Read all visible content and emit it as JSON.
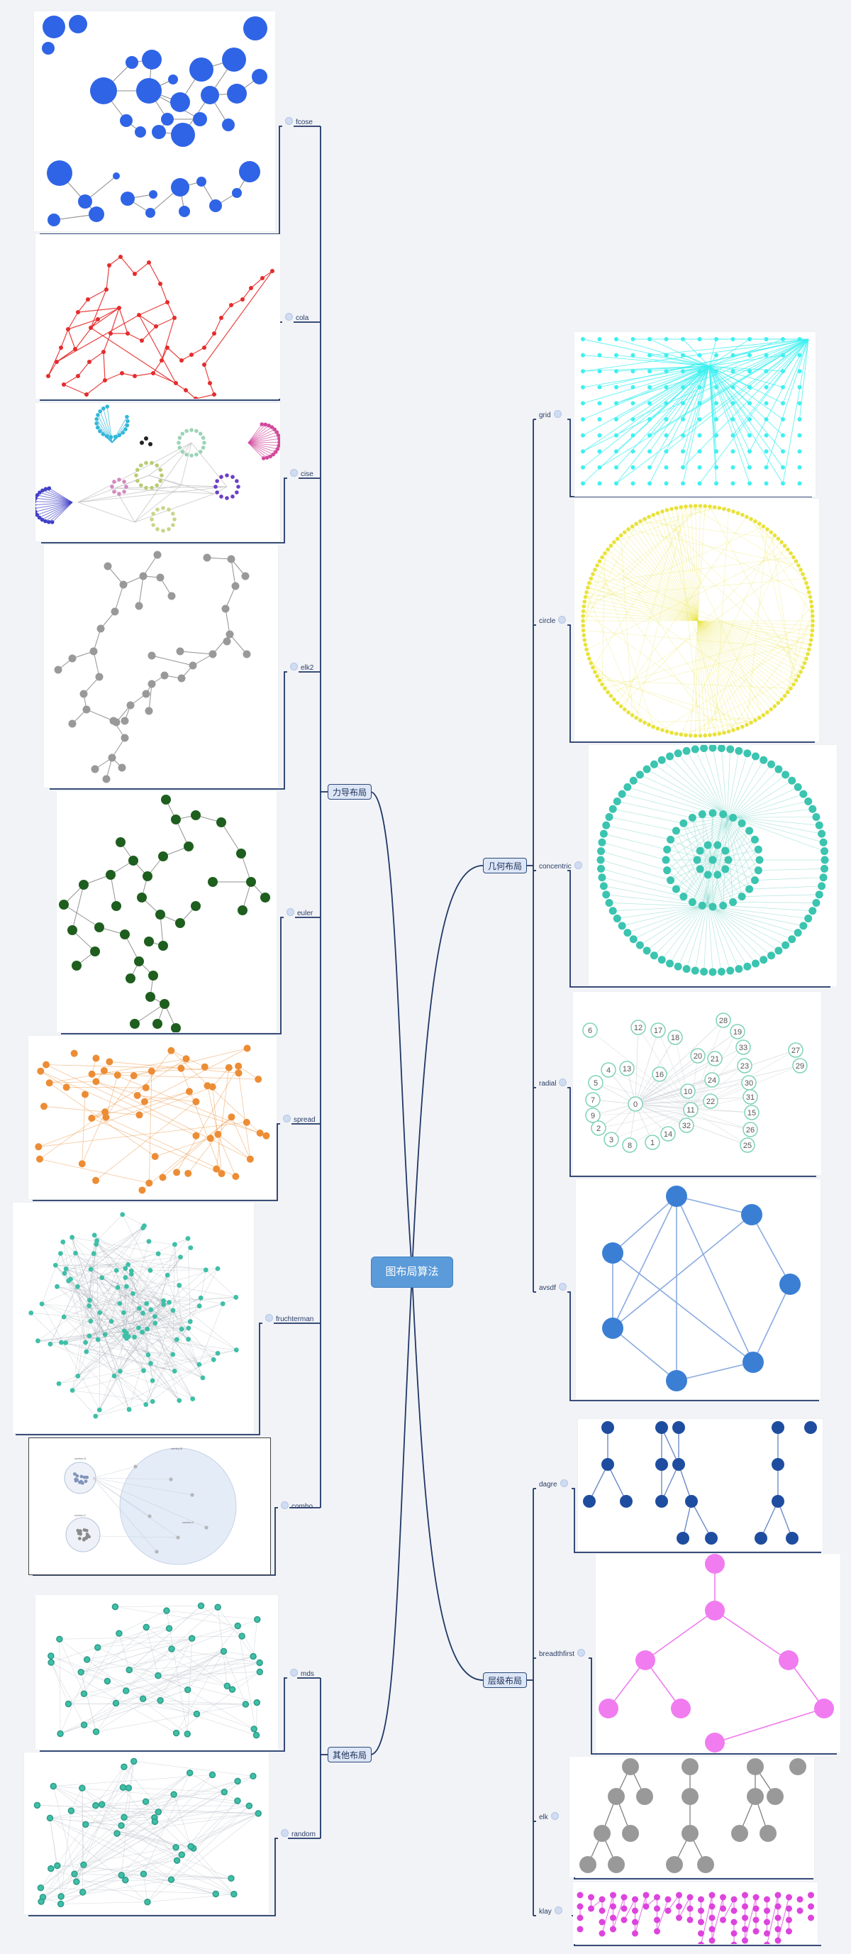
{
  "root": "图布局算法",
  "branches": {
    "force": {
      "label": "力导布局",
      "items": [
        "fcose",
        "cola",
        "cise",
        "elk2",
        "euler",
        "spread",
        "fruchterman",
        "combo"
      ]
    },
    "other": {
      "label": "其他布局",
      "items": [
        "mds",
        "random"
      ]
    },
    "geometric": {
      "label": "几何布局",
      "items": [
        "grid",
        "circle",
        "concentric",
        "radial",
        "avsdf"
      ]
    },
    "hierarchy": {
      "label": "层级布局",
      "items": [
        "dagre",
        "breadthfirst",
        "elk",
        "klay"
      ]
    }
  },
  "radial_labels": [
    "6",
    "12",
    "17",
    "18",
    "28",
    "19",
    "33",
    "27",
    "29",
    "4",
    "13",
    "16",
    "20",
    "21",
    "23",
    "5",
    "24",
    "30",
    "7",
    "10",
    "22",
    "31",
    "0",
    "11",
    "15",
    "9",
    "32",
    "26",
    "2",
    "14",
    "3",
    "8",
    "1",
    "25"
  ],
  "combo_labels": [
    "combo-A",
    "combo-B",
    "combo-C",
    "combo-D"
  ],
  "colors": {
    "line": "#1f3766",
    "fcose": "#2f64e6",
    "cola": "#e52c2c",
    "cise": [
      "#33b7d8",
      "#222222",
      "#9cd4b8",
      "#d24a9c",
      "#b8cc72",
      "#d28ac0",
      "#6b3ec6",
      "#4040c8",
      "#c7d68a"
    ],
    "elk2": "#999999",
    "euler": "#1e5e1e",
    "spread": "#ec8d35",
    "teal": "#3fbfa8",
    "grid": "#3ff0f0",
    "circle": "#e8e23a",
    "concentric": "#3bc4b0",
    "avsdf": "#3b7fd4",
    "dagre": "#1e4da0",
    "breadthfirst": "#f07cf0",
    "elk": "#999999",
    "klay": "#dd44dd"
  }
}
